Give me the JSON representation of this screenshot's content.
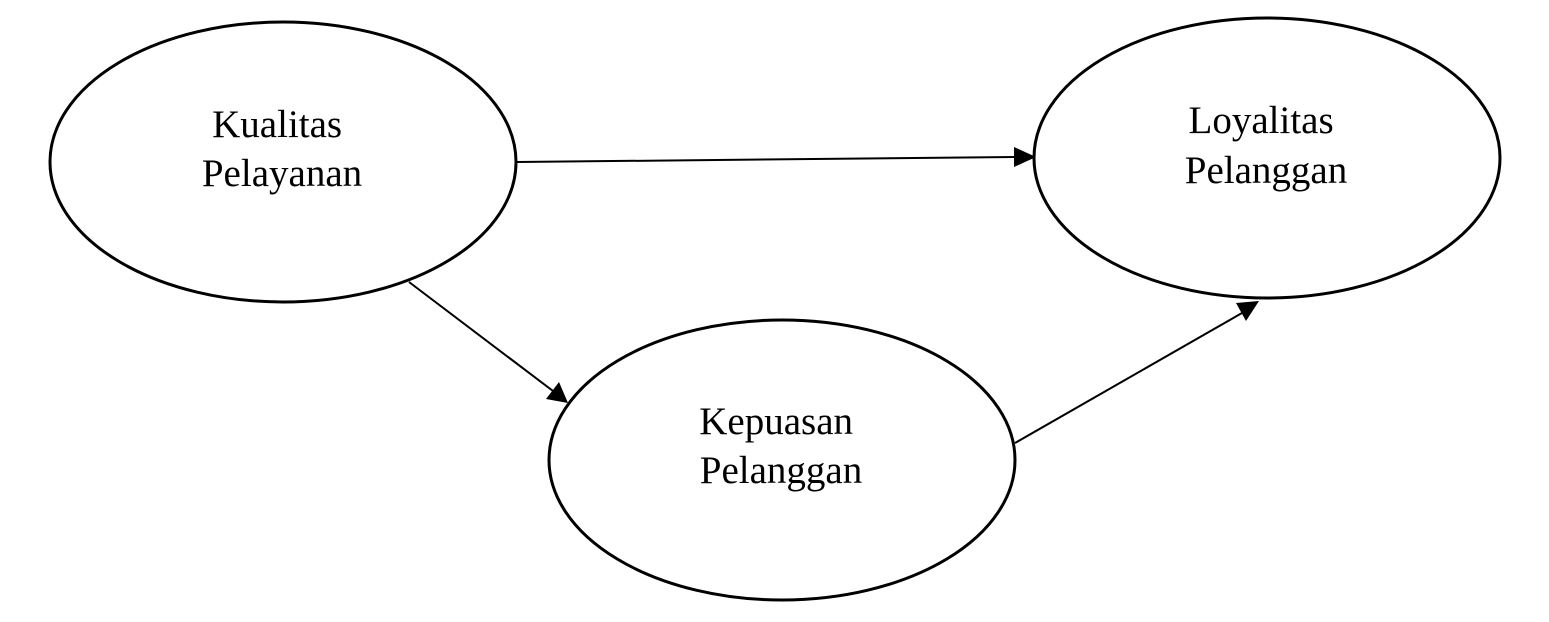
{
  "diagram": {
    "nodes": [
      {
        "id": "kualitas",
        "lines": [
          "Kualitas",
          "Pelayanan"
        ]
      },
      {
        "id": "loyalitas",
        "lines": [
          "Loyalitas",
          "Pelanggan"
        ]
      },
      {
        "id": "kepuasan",
        "lines": [
          "Kepuasan",
          "Pelanggan"
        ]
      }
    ],
    "edges": [
      {
        "from": "kualitas",
        "to": "loyalitas"
      },
      {
        "from": "kualitas",
        "to": "kepuasan"
      },
      {
        "from": "kepuasan",
        "to": "loyalitas"
      }
    ],
    "colors": {
      "stroke": "#000000",
      "background": "#ffffff"
    }
  }
}
